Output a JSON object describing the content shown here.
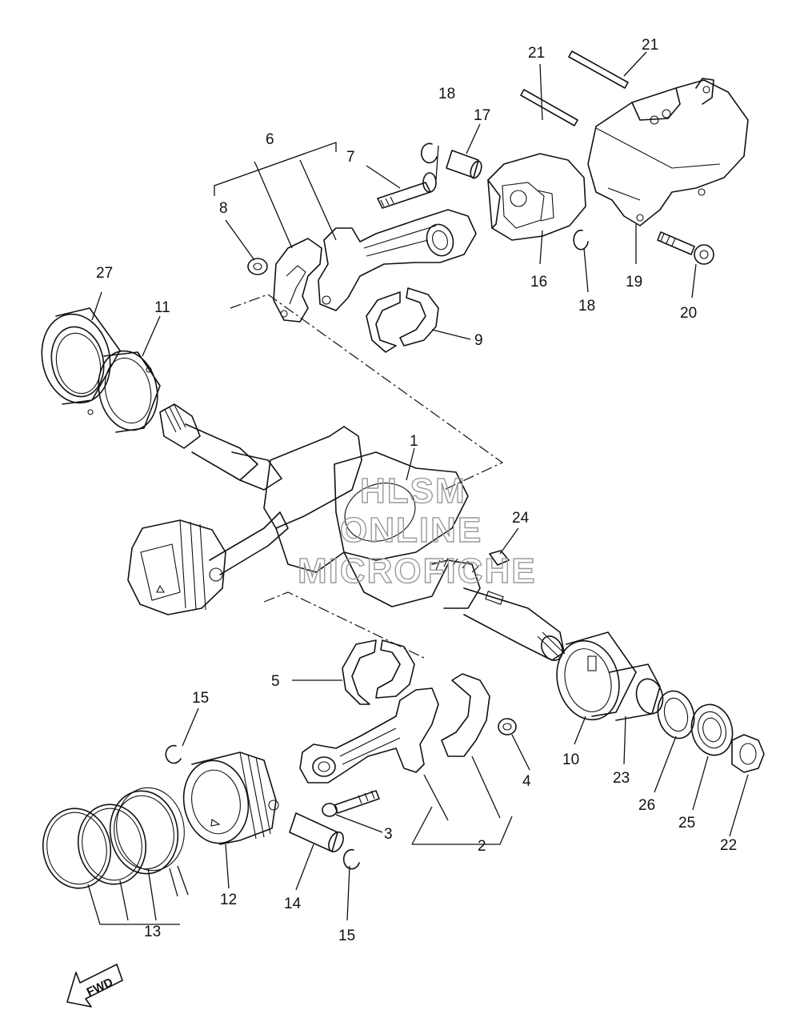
{
  "diagram": {
    "labels": [
      "1",
      "2",
      "3",
      "4",
      "5",
      "6",
      "7",
      "8",
      "9",
      "10",
      "11",
      "12",
      "13",
      "14",
      "15",
      "15",
      "16",
      "17",
      "18",
      "18",
      "19",
      "20",
      "21",
      "21",
      "22",
      "23",
      "24",
      "25",
      "26",
      "27"
    ],
    "watermark": [
      "HLSM",
      "ONLINE",
      "MICROFICHE"
    ],
    "direction_arrow": "FWD",
    "colors": {
      "line": "#111111",
      "watermark": "#9a9a9a",
      "background": "#ffffff"
    }
  }
}
